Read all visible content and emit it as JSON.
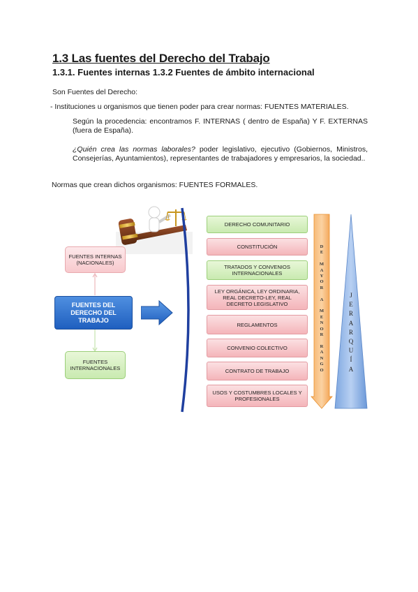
{
  "heading": "1.3 Las fuentes del Derecho del Trabajo",
  "subheading": "1.3.1. Fuentes internas 1.3.2 Fuentes de ámbito internacional",
  "intro": "Son Fuentes del Derecho:",
  "bullet": "- Instituciones u organismos que tienen poder para crear normas: FUENTES MATERIALES.",
  "procedencia": "Según la procedencia: encontramos F. INTERNAS ( dentro de España) Y F. EXTERNAS (fuera de España).",
  "question_italic": "¿Quién crea las normas laborales?",
  "question_rest": " poder legislativo, ejecutivo (Gobiernos, Ministros, Consejerías, Ayuntamientos), representantes de trabajadores y empresarios, la sociedad..",
  "formales": "Normas que crean dichos organismos: FUENTES FORMALES.",
  "diagram": {
    "left": {
      "internas": "FUENTES INTERNAS (NACIONALES)",
      "main": "FUENTES DEL DERECHO DEL TRABAJO",
      "internacionales": "FUENTES INTERNACIONALES"
    },
    "list": [
      "DERECHO COMUNITARIO",
      "CONSTITUCIÓN",
      "TRATADOS Y CONVENIOS INTERNACIONALES",
      "LEY ORGÁNICA, LEY ORDINARIA, REAL DECRETO-LEY, REAL DECRETO LEGISLATIVO",
      "REGLAMENTOS",
      "CONVENIO COLECTIVO",
      "CONTRATO DE TRABAJO",
      "USOS Y COSTUMBRES LOCALES Y PROFESIONALES"
    ],
    "rank_letters": [
      "D",
      "E",
      "",
      "M",
      "A",
      "Y",
      "O",
      "R",
      "",
      "A",
      "",
      "M",
      "E",
      "N",
      "O",
      "R",
      "",
      "R",
      "A",
      "N",
      "G",
      "O"
    ],
    "hierarchy_letters": [
      "J",
      "E",
      "R",
      "A",
      "R",
      "Q",
      "U",
      "Í",
      "A"
    ]
  }
}
